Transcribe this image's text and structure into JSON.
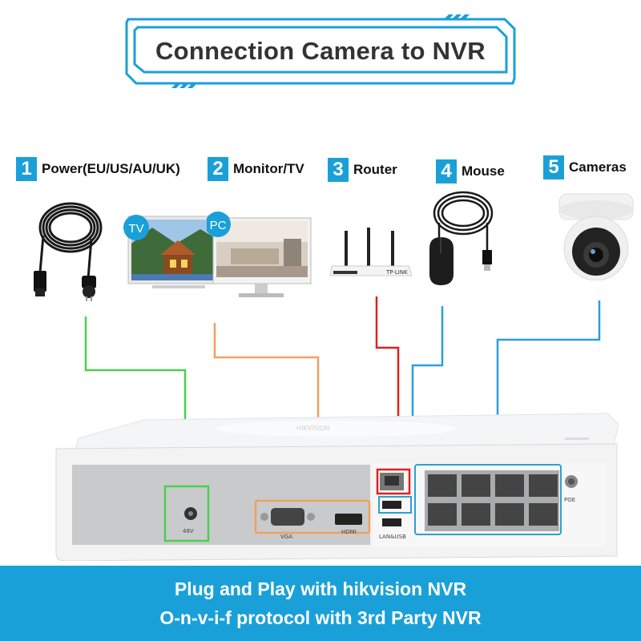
{
  "title": "Connection Camera to NVR",
  "items": [
    {
      "number": "1",
      "label": "Power(EU/US/AU/UK)"
    },
    {
      "number": "2",
      "label": "Monitor/TV"
    },
    {
      "number": "3",
      "label": "Router"
    },
    {
      "number": "4",
      "label": "Mouse"
    },
    {
      "number": "5",
      "label": "Cameras"
    }
  ],
  "screen_badges": {
    "tv": "TV",
    "pc": "PC"
  },
  "router_brand": "TP-LINK",
  "nvr": {
    "brand": "HIKVISION",
    "power_port": "48V",
    "vga_port": "VGA",
    "hdmi_port": "HDMI",
    "lan_usb_port": "LAN&USB",
    "poe_port": "POE"
  },
  "banner": {
    "line1": "Plug and Play with hikvision NVR",
    "line2": "O-n-v-i-f protocol with 3rd Party NVR"
  },
  "colors": {
    "accent": "#1aa0d8",
    "power_line": "#4cd04c",
    "monitor_line": "#f0a060",
    "router_line": "#e02020",
    "mouse_line": "#2aa0d8",
    "camera_line": "#2aa0d8"
  }
}
